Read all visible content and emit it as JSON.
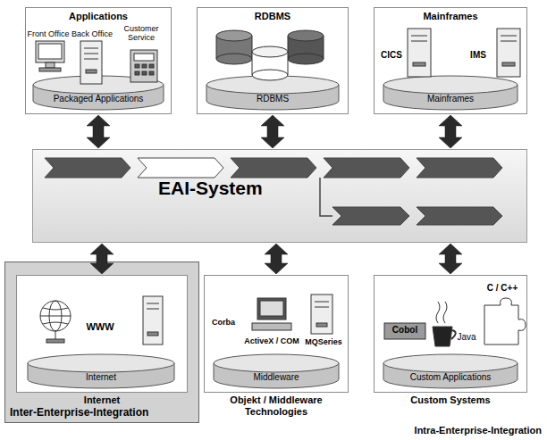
{
  "diagram": {
    "nodes": [
      {
        "text": [
          "Applications"
        ]
      },
      {
        "text": [
          "Packaged Applications"
        ],
        "in": 0
      },
      {
        "text": [
          "RDBMS"
        ]
      },
      {
        "text": [
          "RDBMS"
        ],
        "in": 2
      },
      {
        "text": [
          "Mainframes"
        ]
      },
      {
        "text": [
          "Mainframes"
        ],
        "in": 4
      },
      {
        "text": [
          "EAI-System"
        ]
      },
      {
        "text": [
          "Inter-Enterprise-Integration"
        ]
      },
      {
        "text": [
          "Internet"
        ],
        "in": 7
      },
      {
        "text": [
          "Internet"
        ],
        "in": 8
      },
      {
        "text": [
          "Objekt / Middleware Technologies"
        ]
      },
      {
        "text": [
          "Middleware"
        ],
        "in": 10
      },
      {
        "text": [
          "Custom Systems"
        ]
      },
      {
        "text": [
          "Custom Applications"
        ],
        "in": 12
      }
    ],
    "edges": [
      {
        "from": 0,
        "to": 6,
        "arrow": "both"
      },
      {
        "from": 2,
        "to": 6,
        "arrow": "both"
      },
      {
        "from": 4,
        "to": 6,
        "arrow": "both"
      },
      {
        "from": 8,
        "to": 6,
        "arrow": "both"
      },
      {
        "from": 10,
        "to": 6,
        "arrow": "both"
      },
      {
        "from": 12,
        "to": 6,
        "arrow": "both"
      }
    ],
    "labels": [
      "Front Office",
      "Back Office",
      "Customer Service",
      "CICS",
      "IMS",
      "WWW",
      "Corba",
      "ActiveX / COM",
      "MQSeries",
      "Cobol",
      "Java",
      "C / C++",
      "Intra-Enterprise-Integration"
    ]
  }
}
